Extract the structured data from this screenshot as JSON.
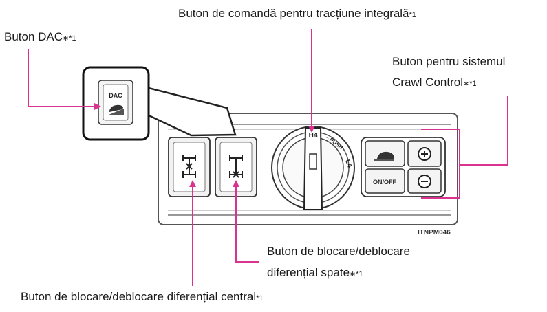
{
  "labels": {
    "dac_button": "Buton DAC",
    "dac_suffix": "∗*1",
    "awd_switch": "Buton de comandă pentru tracțiune integrală",
    "awd_suffix": "*1",
    "crawl_line1": "Buton pentru sistemul",
    "crawl_line2": "Crawl Control",
    "crawl_suffix": "∗*1",
    "rear_diff_line1": "Buton de blocare/deblocare",
    "rear_diff_line2": "diferențial spate",
    "rear_diff_suffix": "∗*1",
    "center_diff": "Buton de blocare/deblocare diferențial central",
    "center_diff_suffix": "*1"
  },
  "panel": {
    "dac_text": "DAC",
    "onoff_text": "ON/OFF",
    "plus": "+",
    "minus": "−",
    "knob_h4": "H4",
    "knob_push": "←PUSH←",
    "knob_l4": "L4",
    "figure_code": "ITNPM046"
  },
  "colors": {
    "callout": "#d9338f",
    "panel_stroke": "#444444"
  }
}
